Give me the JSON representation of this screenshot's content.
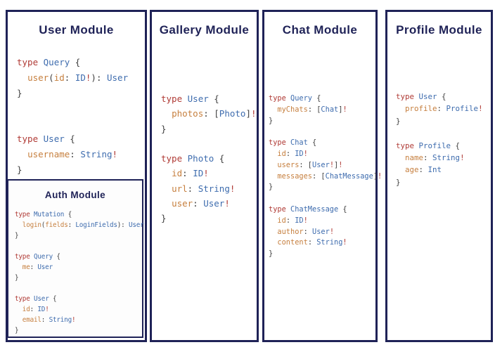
{
  "colors": {
    "background": "#ffffff",
    "border": "#1f2257",
    "title": "#1f2257",
    "keyword": "#b03b36",
    "type_name": "#3e6cae",
    "field": "#c67f3e",
    "punctuation": "#3f3f3f",
    "bang": "#b03b36"
  },
  "modules": [
    {
      "id": "user",
      "title": "User Module",
      "code": [
        [
          [
            "k",
            "type "
          ],
          [
            "t",
            "Query "
          ],
          [
            "p",
            "{"
          ]
        ],
        [
          [
            "p",
            "  "
          ],
          [
            "f",
            "user"
          ],
          [
            "p",
            "("
          ],
          [
            "f",
            "id"
          ],
          [
            "p",
            ": "
          ],
          [
            "t",
            "ID"
          ],
          [
            "b",
            "!"
          ],
          [
            "p",
            "): "
          ],
          [
            "t",
            "User"
          ]
        ],
        [
          [
            "p",
            "}"
          ]
        ],
        [],
        [],
        [
          [
            "k",
            "type "
          ],
          [
            "t",
            "User "
          ],
          [
            "p",
            "{"
          ]
        ],
        [
          [
            "p",
            "  "
          ],
          [
            "f",
            "username"
          ],
          [
            "p",
            ": "
          ],
          [
            "t",
            "String"
          ],
          [
            "b",
            "!"
          ]
        ],
        [
          [
            "p",
            "}"
          ]
        ]
      ],
      "submodule": {
        "id": "auth",
        "title": "Auth Module",
        "code": [
          [
            [
              "k",
              "type "
            ],
            [
              "t",
              "Mutation "
            ],
            [
              "p",
              "{"
            ]
          ],
          [
            [
              "p",
              "  "
            ],
            [
              "f",
              "login"
            ],
            [
              "p",
              "("
            ],
            [
              "f",
              "fields"
            ],
            [
              "p",
              ": "
            ],
            [
              "t",
              "LoginFields"
            ],
            [
              "p",
              "): "
            ],
            [
              "t",
              "User"
            ]
          ],
          [
            [
              "p",
              "}"
            ]
          ],
          [],
          [
            [
              "k",
              "type "
            ],
            [
              "t",
              "Query "
            ],
            [
              "p",
              "{"
            ]
          ],
          [
            [
              "p",
              "  "
            ],
            [
              "f",
              "me"
            ],
            [
              "p",
              ": "
            ],
            [
              "t",
              "User"
            ]
          ],
          [
            [
              "p",
              "}"
            ]
          ],
          [],
          [
            [
              "k",
              "type "
            ],
            [
              "t",
              "User "
            ],
            [
              "p",
              "{"
            ]
          ],
          [
            [
              "p",
              "  "
            ],
            [
              "f",
              "id"
            ],
            [
              "p",
              ": "
            ],
            [
              "t",
              "ID"
            ],
            [
              "b",
              "!"
            ]
          ],
          [
            [
              "p",
              "  "
            ],
            [
              "f",
              "email"
            ],
            [
              "p",
              ": "
            ],
            [
              "t",
              "String"
            ],
            [
              "b",
              "!"
            ]
          ],
          [
            [
              "p",
              "}"
            ]
          ]
        ]
      }
    },
    {
      "id": "gallery",
      "title": "Gallery Module",
      "code": [
        [
          [
            "k",
            "type "
          ],
          [
            "t",
            "User "
          ],
          [
            "p",
            "{"
          ]
        ],
        [
          [
            "p",
            "  "
          ],
          [
            "f",
            "photos"
          ],
          [
            "p",
            ": ["
          ],
          [
            "t",
            "Photo"
          ],
          [
            "p",
            "]"
          ],
          [
            "b",
            "!"
          ]
        ],
        [
          [
            "p",
            "}"
          ]
        ],
        [],
        [
          [
            "k",
            "type "
          ],
          [
            "t",
            "Photo "
          ],
          [
            "p",
            "{"
          ]
        ],
        [
          [
            "p",
            "  "
          ],
          [
            "f",
            "id"
          ],
          [
            "p",
            ": "
          ],
          [
            "t",
            "ID"
          ],
          [
            "b",
            "!"
          ]
        ],
        [
          [
            "p",
            "  "
          ],
          [
            "f",
            "url"
          ],
          [
            "p",
            ": "
          ],
          [
            "t",
            "String"
          ],
          [
            "b",
            "!"
          ]
        ],
        [
          [
            "p",
            "  "
          ],
          [
            "f",
            "user"
          ],
          [
            "p",
            ": "
          ],
          [
            "t",
            "User"
          ],
          [
            "b",
            "!"
          ]
        ],
        [
          [
            "p",
            "}"
          ]
        ]
      ]
    },
    {
      "id": "chat",
      "title": "Chat Module",
      "code": [
        [
          [
            "k",
            "type "
          ],
          [
            "t",
            "Query "
          ],
          [
            "p",
            "{"
          ]
        ],
        [
          [
            "p",
            "  "
          ],
          [
            "f",
            "myChats"
          ],
          [
            "p",
            ": ["
          ],
          [
            "t",
            "Chat"
          ],
          [
            "p",
            "]"
          ],
          [
            "b",
            "!"
          ]
        ],
        [
          [
            "p",
            "}"
          ]
        ],
        [],
        [
          [
            "k",
            "type "
          ],
          [
            "t",
            "Chat "
          ],
          [
            "p",
            "{"
          ]
        ],
        [
          [
            "p",
            "  "
          ],
          [
            "f",
            "id"
          ],
          [
            "p",
            ": "
          ],
          [
            "t",
            "ID"
          ],
          [
            "b",
            "!"
          ]
        ],
        [
          [
            "p",
            "  "
          ],
          [
            "f",
            "users"
          ],
          [
            "p",
            ": ["
          ],
          [
            "t",
            "User"
          ],
          [
            "b",
            "!"
          ],
          [
            "p",
            "]"
          ],
          [
            "b",
            "!"
          ]
        ],
        [
          [
            "p",
            "  "
          ],
          [
            "f",
            "messages"
          ],
          [
            "p",
            ": ["
          ],
          [
            "t",
            "ChatMessage"
          ],
          [
            "p",
            "]"
          ],
          [
            "b",
            "!"
          ]
        ],
        [
          [
            "p",
            "}"
          ]
        ],
        [],
        [
          [
            "k",
            "type "
          ],
          [
            "t",
            "ChatMessage "
          ],
          [
            "p",
            "{"
          ]
        ],
        [
          [
            "p",
            "  "
          ],
          [
            "f",
            "id"
          ],
          [
            "p",
            ": "
          ],
          [
            "t",
            "ID"
          ],
          [
            "b",
            "!"
          ]
        ],
        [
          [
            "p",
            "  "
          ],
          [
            "f",
            "author"
          ],
          [
            "p",
            ": "
          ],
          [
            "t",
            "User"
          ],
          [
            "b",
            "!"
          ]
        ],
        [
          [
            "p",
            "  "
          ],
          [
            "f",
            "content"
          ],
          [
            "p",
            ": "
          ],
          [
            "t",
            "String"
          ],
          [
            "b",
            "!"
          ]
        ],
        [
          [
            "p",
            "}"
          ]
        ]
      ]
    },
    {
      "id": "profile",
      "title": "Profile Module",
      "code": [
        [
          [
            "k",
            "type "
          ],
          [
            "t",
            "User "
          ],
          [
            "p",
            "{"
          ]
        ],
        [
          [
            "p",
            "  "
          ],
          [
            "f",
            "profile"
          ],
          [
            "p",
            ": "
          ],
          [
            "t",
            "Profile"
          ],
          [
            "b",
            "!"
          ]
        ],
        [
          [
            "p",
            "}"
          ]
        ],
        [],
        [
          [
            "k",
            "type "
          ],
          [
            "t",
            "Profile "
          ],
          [
            "p",
            "{"
          ]
        ],
        [
          [
            "p",
            "  "
          ],
          [
            "f",
            "name"
          ],
          [
            "p",
            ": "
          ],
          [
            "t",
            "String"
          ],
          [
            "b",
            "!"
          ]
        ],
        [
          [
            "p",
            "  "
          ],
          [
            "f",
            "age"
          ],
          [
            "p",
            ": "
          ],
          [
            "t",
            "Int"
          ]
        ],
        [
          [
            "p",
            "}"
          ]
        ]
      ]
    }
  ]
}
